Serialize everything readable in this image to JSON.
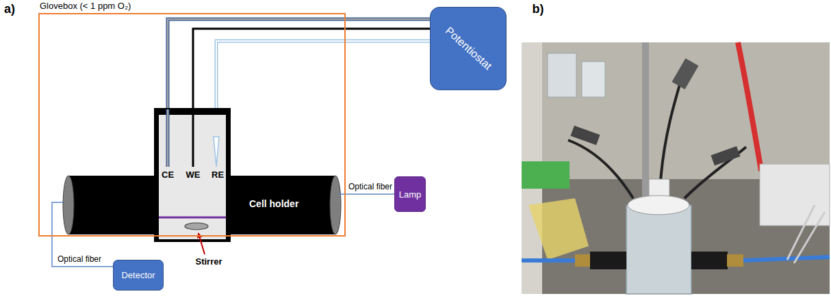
{
  "diagram": {
    "nodes": [
      {
        "text": [
          "Glovebox (< 1 ppm O₂)"
        ]
      },
      {
        "text": [
          "Cell holder"
        ],
        "in": 0
      },
      {
        "text": [
          "Potentiostat"
        ]
      },
      {
        "text": [
          "Lamp"
        ]
      },
      {
        "text": [
          "Detector"
        ]
      }
    ],
    "edges": [
      {
        "from": 1,
        "to": 3,
        "arrow": "none",
        "label": "Optical fiber"
      },
      {
        "from": 1,
        "to": 4,
        "arrow": "none",
        "label": "Optical fiber"
      }
    ],
    "labels": [
      "a)",
      "CE",
      "WE",
      "RE",
      "Stirrer",
      "b)"
    ]
  }
}
